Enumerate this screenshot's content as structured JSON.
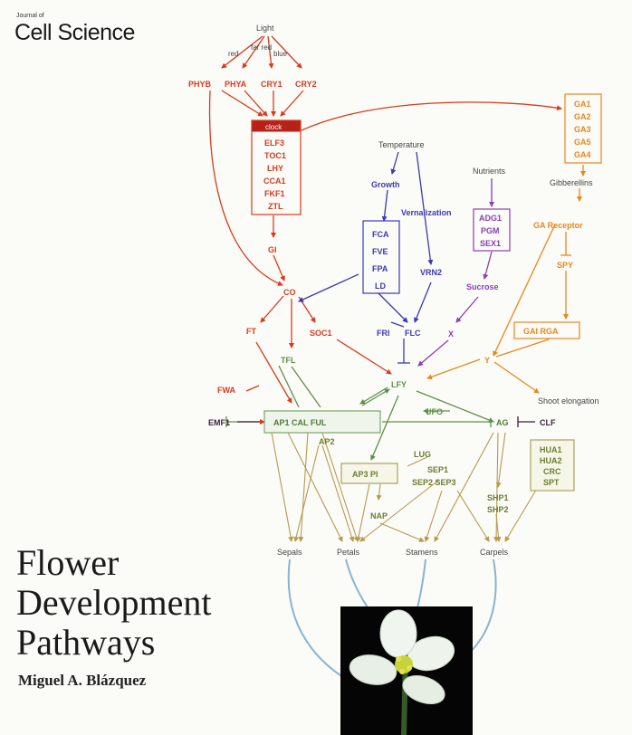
{
  "journal": {
    "prefix": "Journal of",
    "name": "Cell Science"
  },
  "title": {
    "line1": "Flower",
    "line2": "Development",
    "line3": "Pathways"
  },
  "author": "Miguel A. Blázquez",
  "colors": {
    "light": "#d93a1e",
    "temperature": "#3d3ab0",
    "nutrients": "#8a3fb5",
    "gibberellin": "#e8871e",
    "floral": "#6b7d2e",
    "repressor": "#3a1f3a"
  },
  "diagram": {
    "light_inputs": {
      "source": "Light",
      "branches": [
        "red",
        "far red",
        "blue"
      ]
    },
    "photoreceptors": [
      "PHYB",
      "PHYA",
      "CRY1",
      "CRY2"
    ],
    "clock": {
      "header": "clock",
      "genes": [
        "ELF3",
        "TOC1",
        "LHY",
        "CCA1",
        "FKF1",
        "ZTL"
      ]
    },
    "gi": "GI",
    "co": "CO",
    "ft": "FT",
    "soc1": "SOC1",
    "fwa": "FWA",
    "tfl": "TFL",
    "temperature": "Temperature",
    "growth": "Growth",
    "vernalization": "Vernalization",
    "autonomous": [
      "FCA",
      "FVE",
      "FPA",
      "LD"
    ],
    "vrn2": "VRN2",
    "fri": "FRI",
    "flc": "FLC",
    "nutrients": "Nutrients",
    "nutrient_genes": [
      "ADG1",
      "PGM",
      "SEX1"
    ],
    "sucrose": "Sucrose",
    "x": "X",
    "ga_genes": [
      "GA1",
      "GA2",
      "GA3",
      "GA5",
      "GA4"
    ],
    "gibberellins": "Gibberellins",
    "ga_receptor": "GA Receptor",
    "spy": "SPY",
    "gai_rga": "GAI RGA",
    "y": "Y",
    "shoot_elongation": "Shoot elongation",
    "lfy": "LFY",
    "ufo": "UFO",
    "emf1": "EMF1",
    "ap1_group": "AP1 CAL FUL",
    "ag": "AG",
    "clf": "CLF",
    "ap2": "AP2",
    "lug": "LUG",
    "ap3_pi": "AP3 PI",
    "sep": [
      "SEP1",
      "SEP2 SEP3"
    ],
    "hua": [
      "HUA1",
      "HUA2",
      "CRC",
      "SPT"
    ],
    "nap": "NAP",
    "shp": [
      "SHP1",
      "SHP2"
    ],
    "organs": [
      "Sepals",
      "Petals",
      "Stamens",
      "Carpels"
    ]
  }
}
